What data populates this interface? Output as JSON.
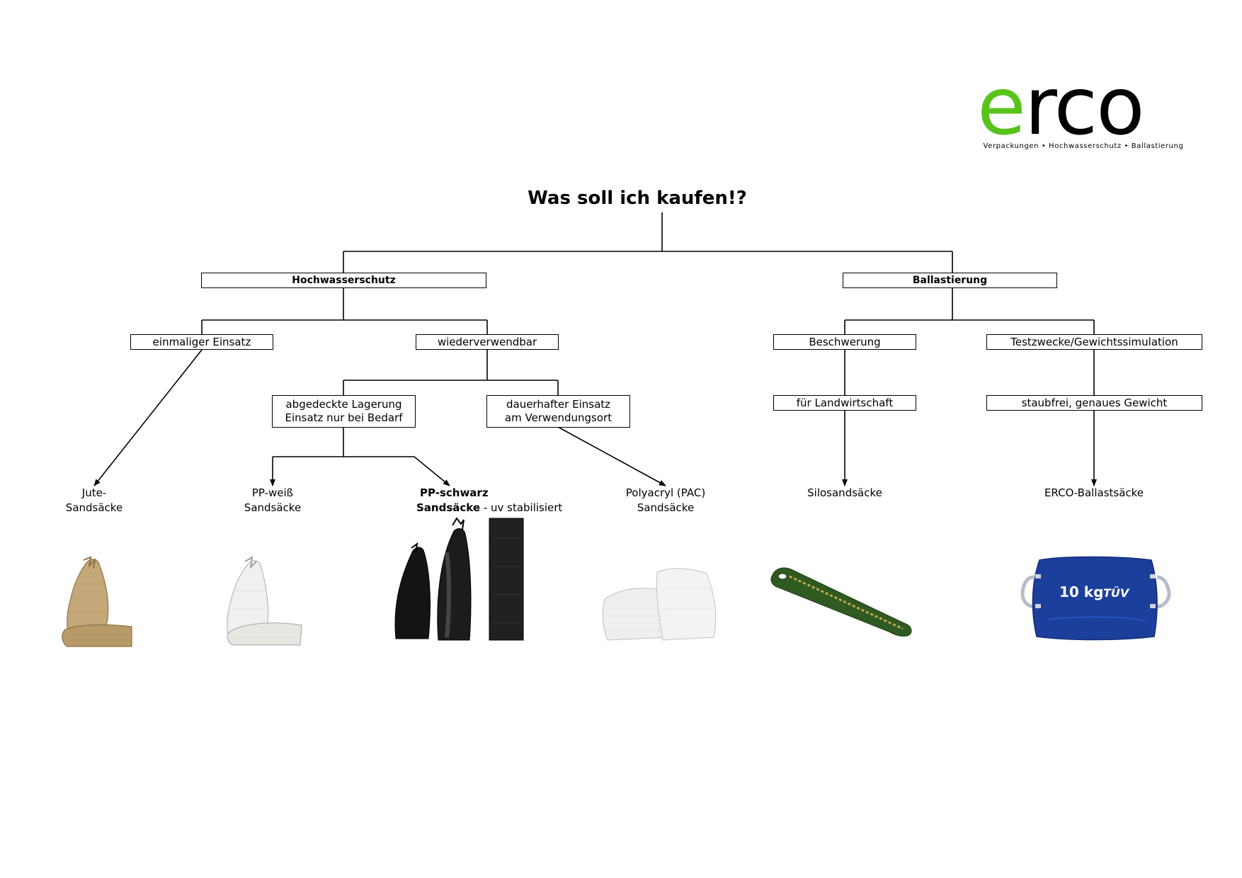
{
  "logo": {
    "word_e": "e",
    "word_rest": "rco",
    "tagline": "Verpackungen • Hochwasserschutz • Ballastierung",
    "accent_color": "#5ac31a"
  },
  "title": "Was soll ich kaufen!?",
  "nodes": {
    "hochwasserschutz": "Hochwasserschutz",
    "ballastierung": "Ballastierung",
    "einmaliger_einsatz": "einmaliger Einsatz",
    "wiederverwendbar": "wiederverwendbar",
    "abgedeckte_line1": "abgedeckte Lagerung",
    "abgedeckte_line2": "Einsatz nur bei Bedarf",
    "dauerhafter_line1": "dauerhafter Einsatz",
    "dauerhafter_line2": "am Verwendungsort",
    "beschwerung": "Beschwerung",
    "testzwecke": "Testzwecke/Gewichtssimulation",
    "landwirtschaft": "für Landwirtschaft",
    "staubfrei": "staubfrei, genaues Gewicht"
  },
  "leaves": {
    "jute_line1": "Jute-",
    "jute_line2": "Sandsäcke",
    "ppweiss_line1": "PP-weiß",
    "ppweiss_line2": "Sandsäcke",
    "ppschwarz_line1": "PP-schwarz",
    "ppschwarz_line2_bold": "Sandsäcke",
    "ppschwarz_line2_rest": " - uv stabilisiert",
    "pac_line1": "Polyacryl (PAC)",
    "pac_line2": "Sandsäcke",
    "silo": "Silosandsäcke",
    "ballast": "ERCO-Ballastsäcke"
  },
  "ballast_bag_label": "10 kg",
  "ballast_bag_mark": "TÜV",
  "images": [
    "jute-sandbag",
    "pp-white-sandbag",
    "pp-black-sandbags",
    "pac-sandbags",
    "silo-sandbag",
    "erco-ballast-bag"
  ]
}
